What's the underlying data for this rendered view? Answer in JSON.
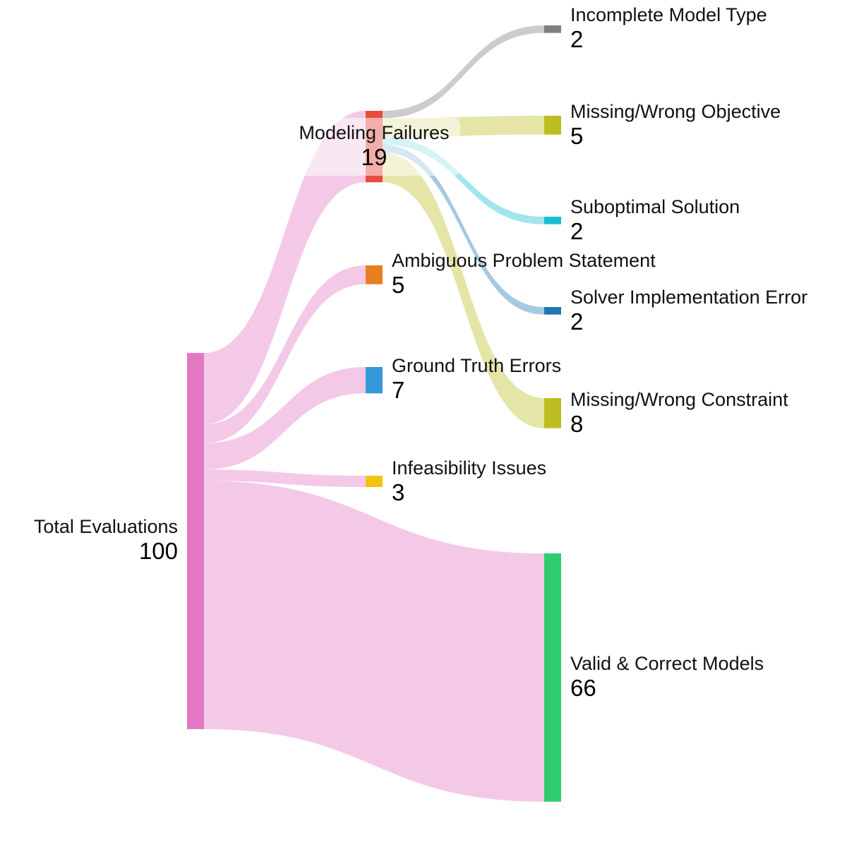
{
  "nodes": [
    {
      "id": "total",
      "name": "Total Evaluations",
      "value": "100",
      "color": "#e377c2"
    },
    {
      "id": "modeling",
      "name": "Modeling Failures",
      "value": "19",
      "color": "#e74c3c"
    },
    {
      "id": "ambiguous",
      "name": "Ambiguous Problem Statement",
      "value": "5",
      "color": "#e67e22"
    },
    {
      "id": "ground",
      "name": "Ground Truth Errors",
      "value": "7",
      "color": "#3498db"
    },
    {
      "id": "infeasible",
      "name": "Infeasibility Issues",
      "value": "3",
      "color": "#f1c40f"
    },
    {
      "id": "valid",
      "name": "Valid & Correct Models",
      "value": "66",
      "color": "#2ecc71"
    },
    {
      "id": "incomplete",
      "name": "Incomplete Model Type",
      "value": "2",
      "color": "#7f7f7f"
    },
    {
      "id": "objective",
      "name": "Missing/Wrong Objective",
      "value": "5",
      "color": "#bcbd22"
    },
    {
      "id": "suboptimal",
      "name": "Suboptimal Solution",
      "value": "2",
      "color": "#17becf"
    },
    {
      "id": "solver",
      "name": "Solver Implementation Error",
      "value": "2",
      "color": "#1f77b4"
    },
    {
      "id": "constraint",
      "name": "Missing/Wrong Constraint",
      "value": "8",
      "color": "#bcbd22"
    }
  ],
  "links": [
    {
      "source": "total",
      "target": "modeling",
      "value": 19,
      "color": "#e377c2"
    },
    {
      "source": "total",
      "target": "ambiguous",
      "value": 5,
      "color": "#e377c2"
    },
    {
      "source": "total",
      "target": "ground",
      "value": 7,
      "color": "#e377c2"
    },
    {
      "source": "total",
      "target": "infeasible",
      "value": 3,
      "color": "#e377c2"
    },
    {
      "source": "total",
      "target": "valid",
      "value": 66,
      "color": "#e377c2"
    },
    {
      "source": "modeling",
      "target": "incomplete",
      "value": 2,
      "color": "#7f7f7f"
    },
    {
      "source": "modeling",
      "target": "objective",
      "value": 5,
      "color": "#bcbd22"
    },
    {
      "source": "modeling",
      "target": "suboptimal",
      "value": 2,
      "color": "#17becf"
    },
    {
      "source": "modeling",
      "target": "solver",
      "value": 2,
      "color": "#1f77b4"
    },
    {
      "source": "modeling",
      "target": "constraint",
      "value": 8,
      "color": "#bcbd22"
    }
  ]
}
